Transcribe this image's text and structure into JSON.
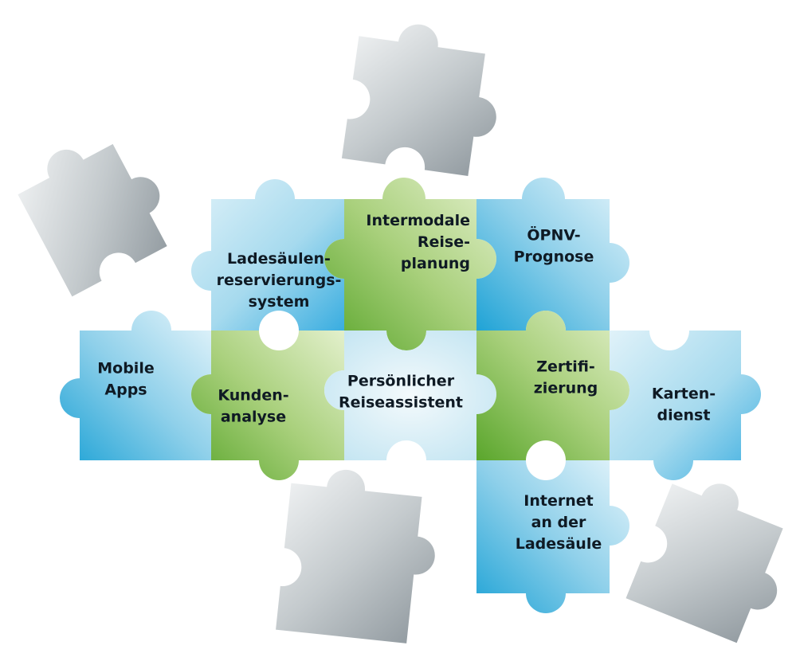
{
  "colors": {
    "blue_light": "#dcf0f8",
    "blue_dark": "#1fa3d6",
    "green_light": "#d5e8b2",
    "green_dark": "#5aa62c",
    "gray_light": "#f1f3f4",
    "gray_dark": "#8d969c",
    "text": "#0f1a24"
  },
  "pieces": {
    "ladesaeulen": {
      "lines": [
        "Ladesäulen-",
        "reservierungs-",
        "system"
      ]
    },
    "intermodale": {
      "lines": [
        "Intermodale",
        "Reise-",
        "planung"
      ]
    },
    "oepnv": {
      "lines": [
        "ÖPNV-",
        "Prognose"
      ]
    },
    "mobile": {
      "lines": [
        "Mobile",
        "Apps"
      ]
    },
    "kunden": {
      "lines": [
        "Kunden-",
        "analyse"
      ]
    },
    "reiseassistent": {
      "lines": [
        "Persönlicher",
        "Reiseassistent"
      ]
    },
    "zertifizierung": {
      "lines": [
        "Zertifi-",
        "zierung"
      ]
    },
    "kartendienst": {
      "lines": [
        "Karten-",
        "dienst"
      ]
    },
    "internet": {
      "lines": [
        "Internet",
        "an der",
        "Ladesäule"
      ]
    }
  }
}
